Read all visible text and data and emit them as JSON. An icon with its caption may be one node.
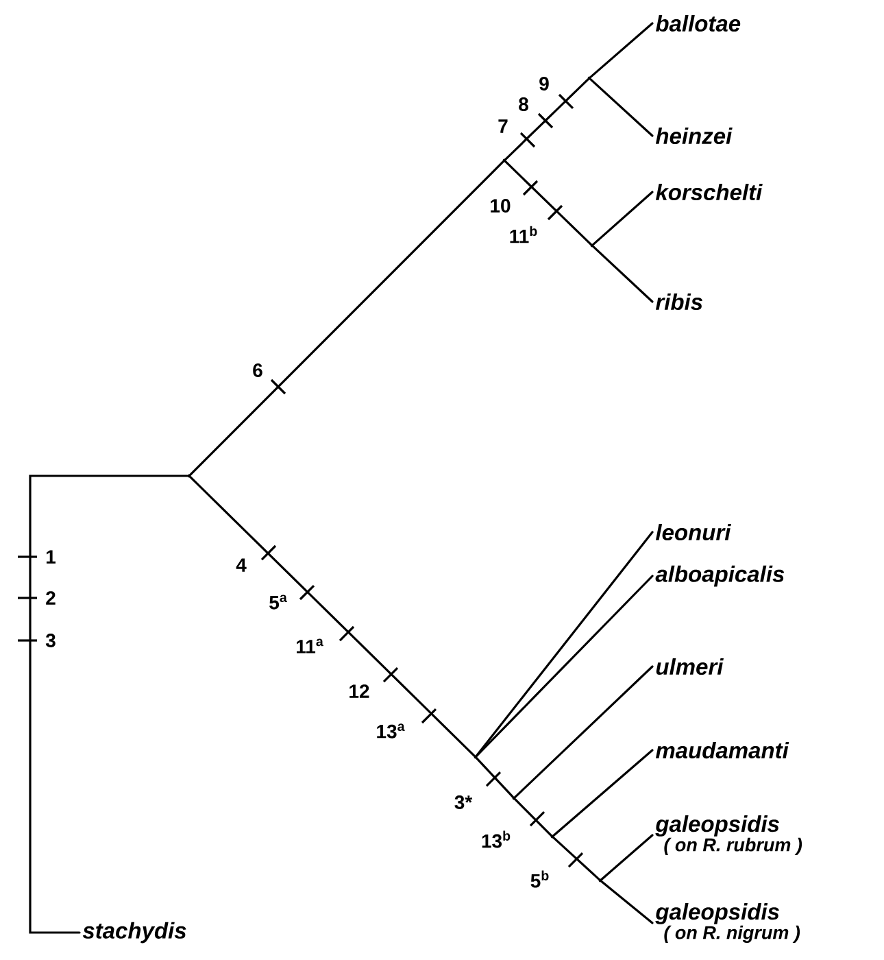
{
  "diagram": {
    "nodes": [
      {
        "text": [
          "ballotae"
        ]
      },
      {
        "text": [
          "heinzei"
        ]
      },
      {
        "text": [
          "korschelti"
        ]
      },
      {
        "text": [
          "ribis"
        ]
      },
      {
        "text": [
          "leonuri"
        ]
      },
      {
        "text": [
          "alboapicalis"
        ]
      },
      {
        "text": [
          "ulmeri"
        ]
      },
      {
        "text": [
          "maudamanti"
        ]
      },
      {
        "text": [
          "galeopsidis",
          "( on R. rubrum )"
        ]
      },
      {
        "text": [
          "galeopsidis",
          "( on R. nigrum )"
        ]
      },
      {
        "text": [
          "stachydis"
        ]
      },
      {
        "text": [],
        "shape": "point"
      },
      {
        "text": [],
        "shape": "point"
      },
      {
        "text": [],
        "shape": "point"
      },
      {
        "text": [],
        "shape": "point"
      },
      {
        "text": [],
        "shape": "point"
      },
      {
        "text": [],
        "shape": "point"
      },
      {
        "text": [],
        "shape": "point"
      },
      {
        "text": [],
        "shape": "point"
      }
    ],
    "edges": [
      {
        "from": 11,
        "to": 12,
        "arrow": "none"
      },
      {
        "from": 12,
        "to": 13,
        "arrow": "none"
      },
      {
        "from": 13,
        "to": 0,
        "arrow": "none"
      },
      {
        "from": 13,
        "to": 1,
        "arrow": "none"
      },
      {
        "from": 12,
        "to": 14,
        "arrow": "none"
      },
      {
        "from": 14,
        "to": 2,
        "arrow": "none"
      },
      {
        "from": 14,
        "to": 3,
        "arrow": "none"
      },
      {
        "from": 11,
        "to": 15,
        "arrow": "none"
      },
      {
        "from": 15,
        "to": 4,
        "arrow": "none"
      },
      {
        "from": 15,
        "to": 5,
        "arrow": "none"
      },
      {
        "from": 15,
        "to": 16,
        "arrow": "none"
      },
      {
        "from": 16,
        "to": 6,
        "arrow": "none"
      },
      {
        "from": 16,
        "to": 17,
        "arrow": "none"
      },
      {
        "from": 17,
        "to": 7,
        "arrow": "none"
      },
      {
        "from": 17,
        "to": 18,
        "arrow": "none"
      },
      {
        "from": 18,
        "to": 8,
        "arrow": "none"
      },
      {
        "from": 18,
        "to": 9,
        "arrow": "none"
      },
      {
        "from": 11,
        "to": 10,
        "arrow": "none"
      }
    ],
    "labels": [
      "1",
      "2",
      "3",
      "6",
      "7",
      "8",
      "9",
      "10",
      "11$^{b}$",
      "4",
      "5$^{a}$",
      "11$^{a}$",
      "12",
      "13$^{a}$",
      "3*",
      "13$^{b}$",
      "5$^{b}$"
    ]
  }
}
